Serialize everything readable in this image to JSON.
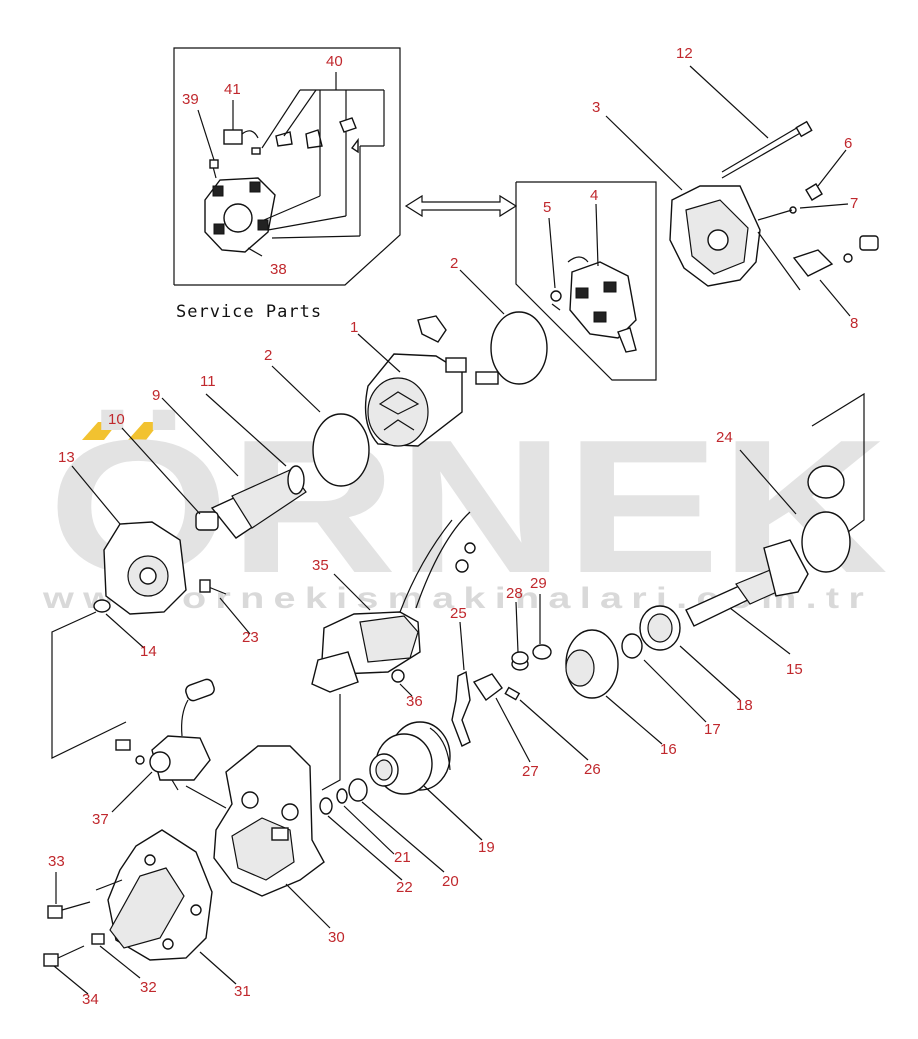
{
  "watermark": {
    "brand": "ÖRNEK",
    "url": "www.ornekismakinalari.com.tr",
    "accent_color": "#f2c230",
    "text_color": "#e3e3e3"
  },
  "service_parts": {
    "label": "Service Parts"
  },
  "colors": {
    "callout": "#c0282d",
    "line": "#111111"
  },
  "callouts": [
    {
      "id": "c40",
      "text": "40"
    },
    {
      "id": "c41",
      "text": "41"
    },
    {
      "id": "c39",
      "text": "39"
    },
    {
      "id": "c38",
      "text": "38"
    },
    {
      "id": "c12",
      "text": "12"
    },
    {
      "id": "c3",
      "text": "3"
    },
    {
      "id": "c6",
      "text": "6"
    },
    {
      "id": "c7",
      "text": "7"
    },
    {
      "id": "c8",
      "text": "8"
    },
    {
      "id": "c5",
      "text": "5"
    },
    {
      "id": "c4",
      "text": "4"
    },
    {
      "id": "c2a",
      "text": "2"
    },
    {
      "id": "c1",
      "text": "1"
    },
    {
      "id": "c2b",
      "text": "2"
    },
    {
      "id": "c11",
      "text": "11"
    },
    {
      "id": "c9",
      "text": "9"
    },
    {
      "id": "c10",
      "text": "10"
    },
    {
      "id": "c13",
      "text": "13"
    },
    {
      "id": "c24",
      "text": "24"
    },
    {
      "id": "c35",
      "text": "35"
    },
    {
      "id": "c29",
      "text": "29"
    },
    {
      "id": "c28",
      "text": "28"
    },
    {
      "id": "c25",
      "text": "25"
    },
    {
      "id": "c23",
      "text": "23"
    },
    {
      "id": "c14",
      "text": "14"
    },
    {
      "id": "c15",
      "text": "15"
    },
    {
      "id": "c18",
      "text": "18"
    },
    {
      "id": "c17",
      "text": "17"
    },
    {
      "id": "c16",
      "text": "16"
    },
    {
      "id": "c36",
      "text": "36"
    },
    {
      "id": "c27",
      "text": "27"
    },
    {
      "id": "c26",
      "text": "26"
    },
    {
      "id": "c37",
      "text": "37"
    },
    {
      "id": "c19",
      "text": "19"
    },
    {
      "id": "c21",
      "text": "21"
    },
    {
      "id": "c22",
      "text": "22"
    },
    {
      "id": "c20",
      "text": "20"
    },
    {
      "id": "c33",
      "text": "33"
    },
    {
      "id": "c30",
      "text": "30"
    },
    {
      "id": "c34",
      "text": "34"
    },
    {
      "id": "c32",
      "text": "32"
    },
    {
      "id": "c31",
      "text": "31"
    }
  ]
}
